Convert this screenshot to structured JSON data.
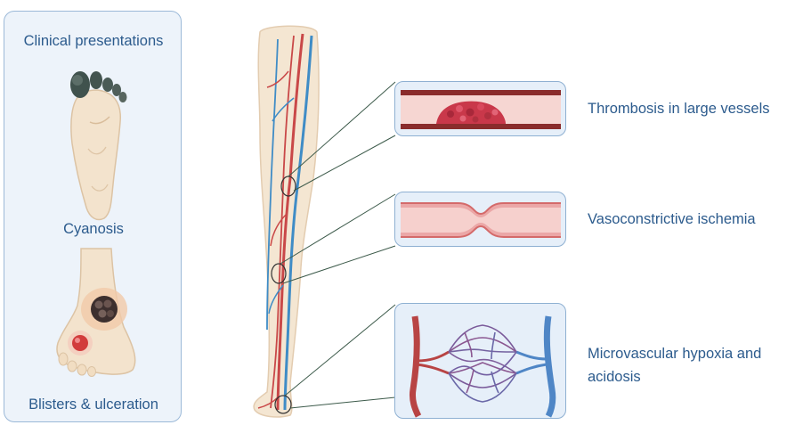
{
  "panel": {
    "title": "Clinical presentations",
    "cyanosis_label": "Cyanosis",
    "blister_label": "Blisters & ulceration"
  },
  "mechanisms": [
    {
      "label": "Thrombosis in large vessels"
    },
    {
      "label": "Vasoconstrictive ischemia"
    },
    {
      "label": "Microvascular hypoxia and acidosis"
    }
  ],
  "colors": {
    "text": "#2c5b8d",
    "panel_border": "#9cb9d8",
    "panel_fill": "#edf3fa",
    "artery": "#c94848",
    "vein": "#3f8cc6",
    "thrombus": "#c9384a",
    "skin": "#f3e3cd"
  },
  "icons": [
    "foot-sole-icon",
    "ulcerated-foot-icon",
    "leg-vasculature-icon",
    "thrombosis-icon",
    "vasoconstriction-icon",
    "microvascular-network-icon"
  ]
}
